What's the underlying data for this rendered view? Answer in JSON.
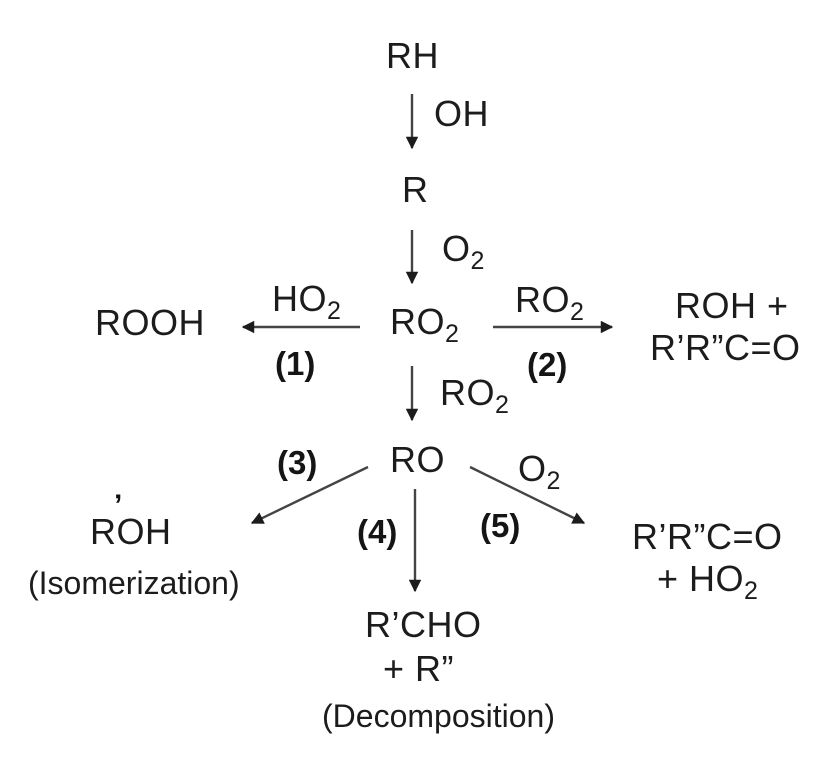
{
  "colors": {
    "background": "#ffffff",
    "text": "#1c1c1c",
    "arrow_line": "#444444",
    "arrow_head": "#1c1c1c"
  },
  "scheme": {
    "rh": "RH",
    "reagent_oh": "OH",
    "r": "R",
    "reagent_o2_top": {
      "base": "O",
      "sub": "2"
    },
    "ro2": {
      "base": "RO",
      "sub": "2"
    },
    "path1": {
      "reagent": {
        "base": "HO",
        "sub": "2"
      },
      "step": "(1)",
      "product": "ROOH"
    },
    "path2": {
      "reagent": {
        "base": "RO",
        "sub": "2"
      },
      "step": "(2)",
      "product_line1": "ROH +",
      "product_line2": "R’R”C=O"
    },
    "to_ro": {
      "reagent": {
        "base": "RO",
        "sub": "2"
      }
    },
    "ro": "RO",
    "path3": {
      "step": "(3)",
      "product_prime": "’",
      "product": "ROH",
      "note": "(Isomerization)"
    },
    "path4": {
      "step": "(4)",
      "product_line1": "R’CHO",
      "product_line2": "+ R”",
      "note": "(Decomposition)"
    },
    "path5": {
      "step": "(5)",
      "reagent": {
        "base": "O",
        "sub": "2"
      },
      "product_line1": "R’R”C=O",
      "product_line2": {
        "base": "+ HO",
        "sub": "2"
      }
    }
  }
}
